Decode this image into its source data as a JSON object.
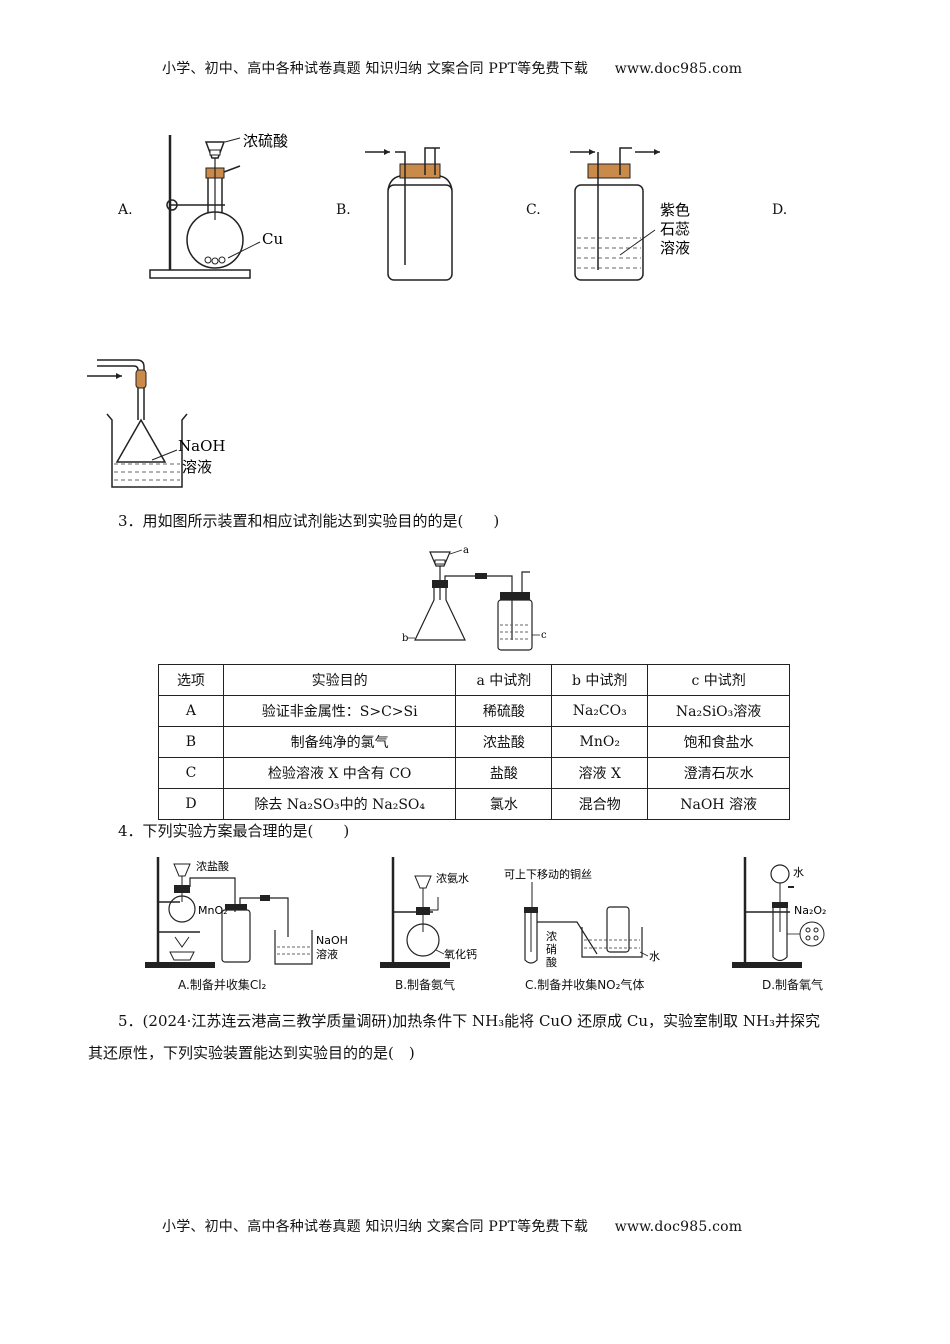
{
  "header": {
    "text": "小学、初中、高中各种试卷真题  知识归纳  文案合同  PPT等免费下载",
    "site": "www.doc985.com"
  },
  "footer": {
    "text": "小学、初中、高中各种试卷真题  知识归纳  文案合同  PPT等免费下载",
    "site": "www.doc985.com"
  },
  "q2_figures": {
    "A": {
      "label": "A.",
      "acid": "浓硫酸",
      "metal": "Cu"
    },
    "B": {
      "label": "B."
    },
    "C": {
      "label": "C.",
      "liquid_1": "紫色",
      "liquid_2": "石蕊",
      "liquid_3": "溶液"
    },
    "D": {
      "label": "D.",
      "liquid_1": "NaOH",
      "liquid_2": "溶液"
    }
  },
  "q3": {
    "stem": "3．用如图所示装置和相应试剂能达到实验目的的是(　　)",
    "fig_labels": {
      "a": "a",
      "b": "b",
      "c": "c"
    },
    "table": {
      "headers": [
        "选项",
        "实验目的",
        "a 中试剂",
        "b 中试剂",
        "c 中试剂"
      ],
      "rows": [
        [
          "A",
          "验证非金属性：S>C>Si",
          "稀硫酸",
          "Na₂CO₃",
          "Na₂SiO₃溶液"
        ],
        [
          "B",
          "制备纯净的氯气",
          "浓盐酸",
          "MnO₂",
          "饱和食盐水"
        ],
        [
          "C",
          "检验溶液 X 中含有 CO",
          "盐酸",
          "溶液 X",
          "澄清石灰水"
        ],
        [
          "D",
          "除去 Na₂SO₃中的 Na₂SO₄",
          "氯水",
          "混合物",
          "NaOH 溶液"
        ]
      ]
    }
  },
  "q4": {
    "stem": "4．下列实验方案最合理的是(　　)",
    "A": {
      "caption": "A.制备并收集Cl₂",
      "l1": "浓盐酸",
      "l2": "MnO₂",
      "l3": "NaOH",
      "l4": "溶液"
    },
    "B": {
      "caption": "B.制备氨气",
      "l1": "浓氨水",
      "l2": "氧化钙"
    },
    "C": {
      "caption": "C.制备并收集NO₂气体",
      "l1": "可上下移动的铜丝",
      "l2": "浓",
      "l3": "硝",
      "l4": "酸",
      "l5": "水"
    },
    "D": {
      "caption": "D.制备氧气",
      "l1": "水",
      "l2": "Na₂O₂"
    }
  },
  "q5": {
    "line1": "5．(2024·江苏连云港高三教学质量调研)加热条件下 NH₃能将 CuO 还原成 Cu，实验室制取 NH₃并探究",
    "line2": "其还原性，下列实验装置能达到实验目的的是(　)"
  }
}
